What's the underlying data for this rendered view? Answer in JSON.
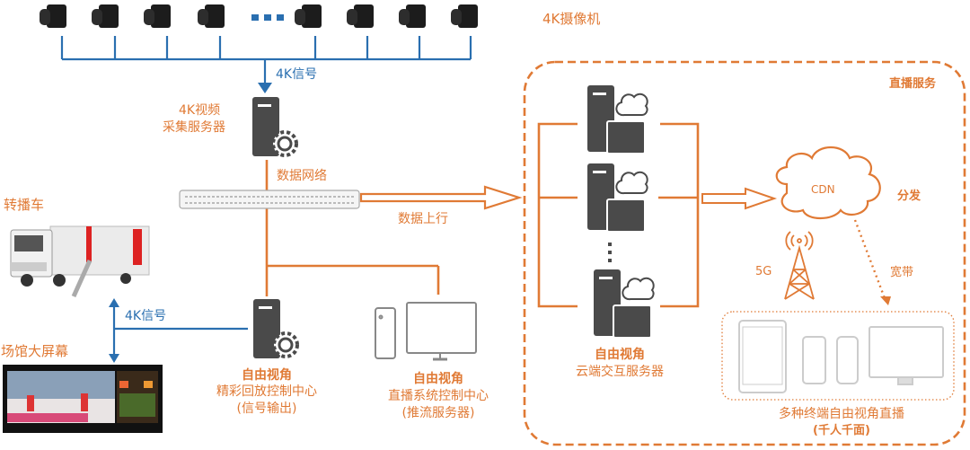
{
  "colors": {
    "orange": "#e07a35",
    "blue": "#2a6fb0",
    "dark_gray": "#4a4a4a",
    "light_gray": "#bdbdbd"
  },
  "cameras": {
    "label": "4K摄像机",
    "count_left": 4,
    "count_right": 4,
    "ellipsis": "■■■",
    "signal_label": "4K信号"
  },
  "capture_server": {
    "label_line1": "4K视频",
    "label_line2": "采集服务器",
    "icon": "server-gear-icon"
  },
  "network": {
    "label": "数据网络",
    "icon": "network-switch-icon",
    "uplink_label": "数据上行"
  },
  "broadcast_van": {
    "label": "转播车",
    "icon": "broadcast-truck-image"
  },
  "venue_screen": {
    "label": "场馆大屏幕",
    "signal_label": "4K信号",
    "icon": "venue-big-screen-image"
  },
  "replay_center": {
    "title": "自由视角",
    "line1": "精彩回放控制中心",
    "line2": "(信号输出)",
    "icon": "server-gear-icon"
  },
  "live_control": {
    "title": "自由视角",
    "line1": "直播系统控制中心",
    "line2": "(推流服务器)",
    "icon": "desktop-computer-icon"
  },
  "live_service": {
    "label": "直播服务",
    "cloud_server": {
      "title": "自由视角",
      "line1": "云端交互服务器",
      "icon": "cloud-server-icon"
    },
    "cdn": {
      "label": "CDN",
      "distribute_label": "分发"
    },
    "tower": {
      "label": "5G",
      "icon": "cell-tower-icon"
    },
    "broadband_label": "宽带",
    "terminals": {
      "line1": "多种终端自由视角直播",
      "line2": "(千人千面)",
      "devices": [
        "tablet",
        "phone",
        "phone-alt",
        "monitor"
      ]
    }
  }
}
